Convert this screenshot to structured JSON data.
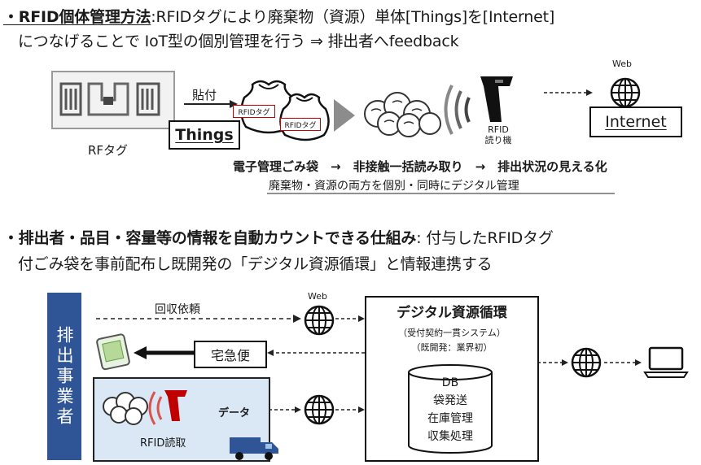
{
  "section1": {
    "heading_bold": "・RFID個体管理方法",
    "heading_rest": ":RFIDタグにより廃棄物（資源）単体[Things]を[Internet]",
    "heading_line2": "につなげることで IoT型の個別管理を行う ⇒ 排出者へfeedback",
    "rf_tag_label": "RFタグ",
    "attach_label": "貼付",
    "bag_tag_label": "RFIDタグ",
    "things_label": "Things",
    "reader_label_1": "RFID",
    "reader_label_2": "読り機",
    "web_label": "Web",
    "internet_label": "Internet",
    "flow_line": "電子管理ごみ袋　→　非接触一括読み取り　→　排出状況の見える化",
    "flow_subline": "廃棄物・資源の両方を個別・同時にデジタル管理"
  },
  "section2": {
    "heading_bold": "・排出者・品目・容量等の情報を自動カウントできる仕組み",
    "heading_rest": ": 付与したRFIDタグ",
    "heading_line2": "付ごみ袋を事前配布し既開発の「デジタル資源循環」と情報連携する",
    "emitter_label": "排出事業者",
    "request_label": "回収依頼",
    "web_label": "Web",
    "delivery_label": "宅急便",
    "data_label": "データ",
    "rfid_read_label": "RFID読取",
    "system_title": "デジタル資源循環",
    "system_sub1": "（受付契約一貫システム）",
    "system_sub2": "（既開発：業界初）",
    "db_items": [
      "DB",
      "袋発送",
      "在庫管理",
      "収集処理"
    ]
  }
}
